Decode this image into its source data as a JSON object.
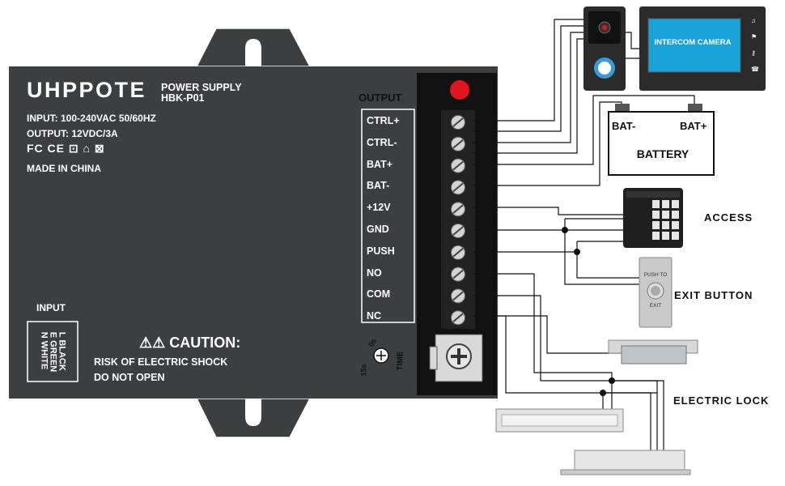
{
  "device": {
    "brand": "UHPPOTE",
    "product_line1": "POWER SUPPLY",
    "product_line2": "HBK-P01",
    "input_spec": "INPUT:     100-240VAC 50/60HZ",
    "output_spec": "OUTPUT: 12VDC/3A",
    "certifications": "FC CE ⊡ ⌂ ⊠",
    "origin": "MADE IN CHINA"
  },
  "output_block": {
    "title": "OUTPUT",
    "terminals": [
      "CTRL+",
      "CTRL-",
      "BAT+",
      "BAT-",
      "+12V",
      "GND",
      "PUSH",
      "NO",
      "COM",
      "NC"
    ]
  },
  "input_block": {
    "title": "INPUT",
    "lines": [
      "L BLACK",
      "E GREEN",
      "N WHITE"
    ]
  },
  "warning": {
    "title": "⚠⚠ CAUTION:",
    "line1": "RISK OF ELECTRIC SHOCK",
    "line2": "DO NOT OPEN"
  },
  "time_knob": {
    "min_label": "15s",
    "max_label": "0s",
    "label": "TIME"
  },
  "peripherals": {
    "intercom_screen": "INTERCOM CAMERA",
    "battery_neg": "BAT-",
    "battery_pos": "BAT+",
    "battery_name": "BATTERY",
    "access_label": "ACCESS",
    "exit_button_label": "EXIT BUTTON",
    "exit_button_top": "PUSH TO",
    "exit_button_bottom": "EXIT",
    "lock_label": "ELECTRIC LOCK"
  },
  "colors": {
    "housing": "#3d3e40",
    "terminal_strip": "#111111",
    "led": "#e0141c",
    "screen": "#1aa3d8",
    "wire": "#111111"
  }
}
